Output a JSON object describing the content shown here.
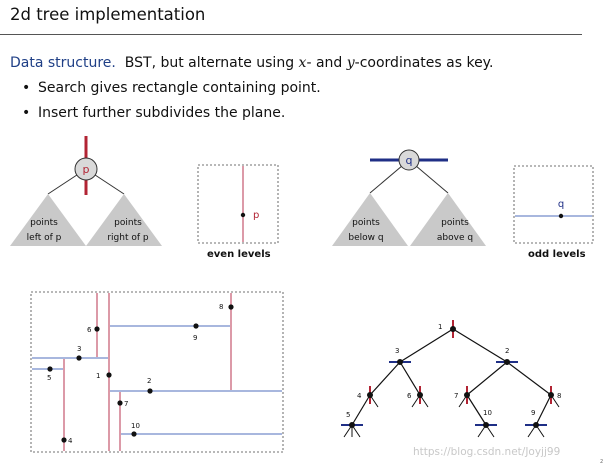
{
  "slide": {
    "title": "2d tree implementation"
  },
  "body": {
    "lead": "Data structure.",
    "text_a": "BST, but alternate using",
    "x_var": "x",
    "text_b": "- and",
    "y_var": "y",
    "text_c": "-coordinates as key.",
    "bullets": [
      "Search gives rectangle containing point.",
      "Insert further subdivides the plane."
    ]
  },
  "diagram_even": {
    "node_label": "p",
    "left_subtree": [
      "points",
      "left of p"
    ],
    "right_subtree": [
      "points",
      "right of p"
    ],
    "point_label": "p",
    "caption": "even levels"
  },
  "diagram_odd": {
    "node_label": "q",
    "left_subtree": [
      "points",
      "below q"
    ],
    "right_subtree": [
      "points",
      "above q"
    ],
    "point_label": "q",
    "caption": "odd levels"
  },
  "plane": {
    "points": [
      "1",
      "2",
      "3",
      "4",
      "5",
      "6",
      "7",
      "8",
      "9",
      "10"
    ]
  },
  "tree": {
    "nodes": [
      "1",
      "2",
      "3",
      "4",
      "5",
      "6",
      "7",
      "8",
      "9",
      "10"
    ]
  },
  "watermark": "https://blog.csdn.net/Joyjj99",
  "page_mark": "2",
  "colors": {
    "vertical_split": "#b22434",
    "horizontal_split": "#1f2f86",
    "lead_text": "#1f3f86",
    "subtree_fill": "#c9c9c9"
  }
}
